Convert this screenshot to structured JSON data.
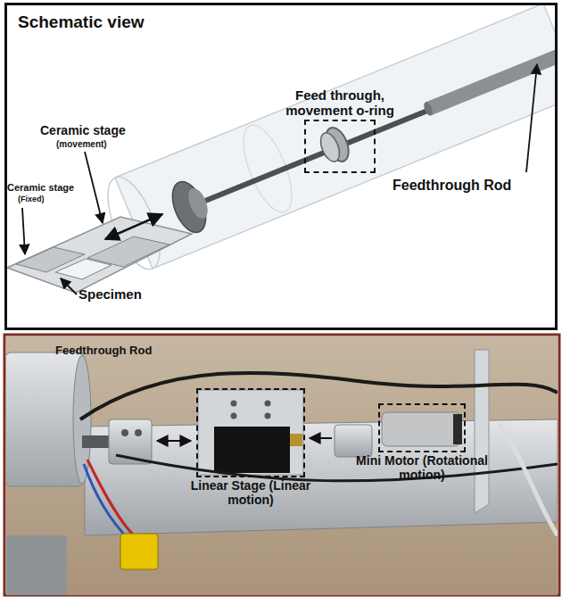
{
  "diagram": {
    "nodes": [
      {
        "text": [
          "Schematic view"
        ]
      },
      {
        "text": [
          "Feed through, movement o-ring"
        ],
        "in": 0
      },
      {
        "text": [
          "Linear Stage (Linear motion)"
        ]
      },
      {
        "text": [
          "Mini Motor (Rotational motion)"
        ]
      }
    ],
    "labels": [
      "Ceramic stage",
      "(movement)",
      "Ceramic stage",
      "(Fixed)",
      "Specimen",
      "Feedthrough Rod",
      "Feedthrough Rod"
    ]
  }
}
